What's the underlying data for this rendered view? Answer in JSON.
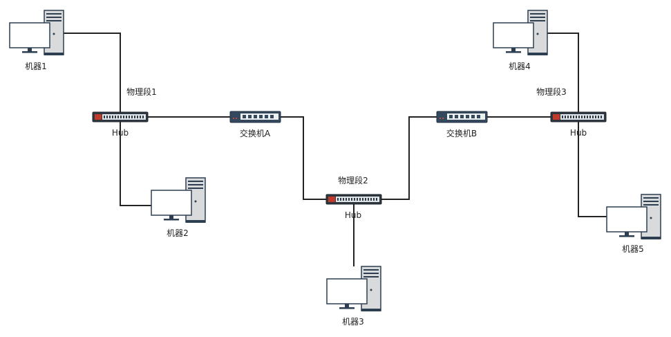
{
  "machines": [
    {
      "id": "m1",
      "label": "机器1"
    },
    {
      "id": "m2",
      "label": "机器2"
    },
    {
      "id": "m3",
      "label": "机器3"
    },
    {
      "id": "m4",
      "label": "机器4"
    },
    {
      "id": "m5",
      "label": "机器5"
    }
  ],
  "hubs": [
    {
      "id": "hub1",
      "label": "Hub",
      "segment": "物理段1"
    },
    {
      "id": "hub2",
      "label": "Hub",
      "segment": "物理段2"
    },
    {
      "id": "hub3",
      "label": "Hub",
      "segment": "物理段3"
    }
  ],
  "switches": [
    {
      "id": "swA",
      "label": "交换机A"
    },
    {
      "id": "swB",
      "label": "交换机B"
    }
  ],
  "links": [
    [
      "m1",
      "hub1"
    ],
    [
      "hub1",
      "m2"
    ],
    [
      "hub1",
      "swA"
    ],
    [
      "swA",
      "hub2"
    ],
    [
      "hub2",
      "m3"
    ],
    [
      "hub2",
      "swB"
    ],
    [
      "swB",
      "hub3"
    ],
    [
      "hub3",
      "m4"
    ],
    [
      "hub3",
      "m5"
    ]
  ],
  "colors": {
    "line": "#222222",
    "hub_accent": "#c0392b",
    "switch_body": "#34495e",
    "port": "#ecf0f1"
  }
}
